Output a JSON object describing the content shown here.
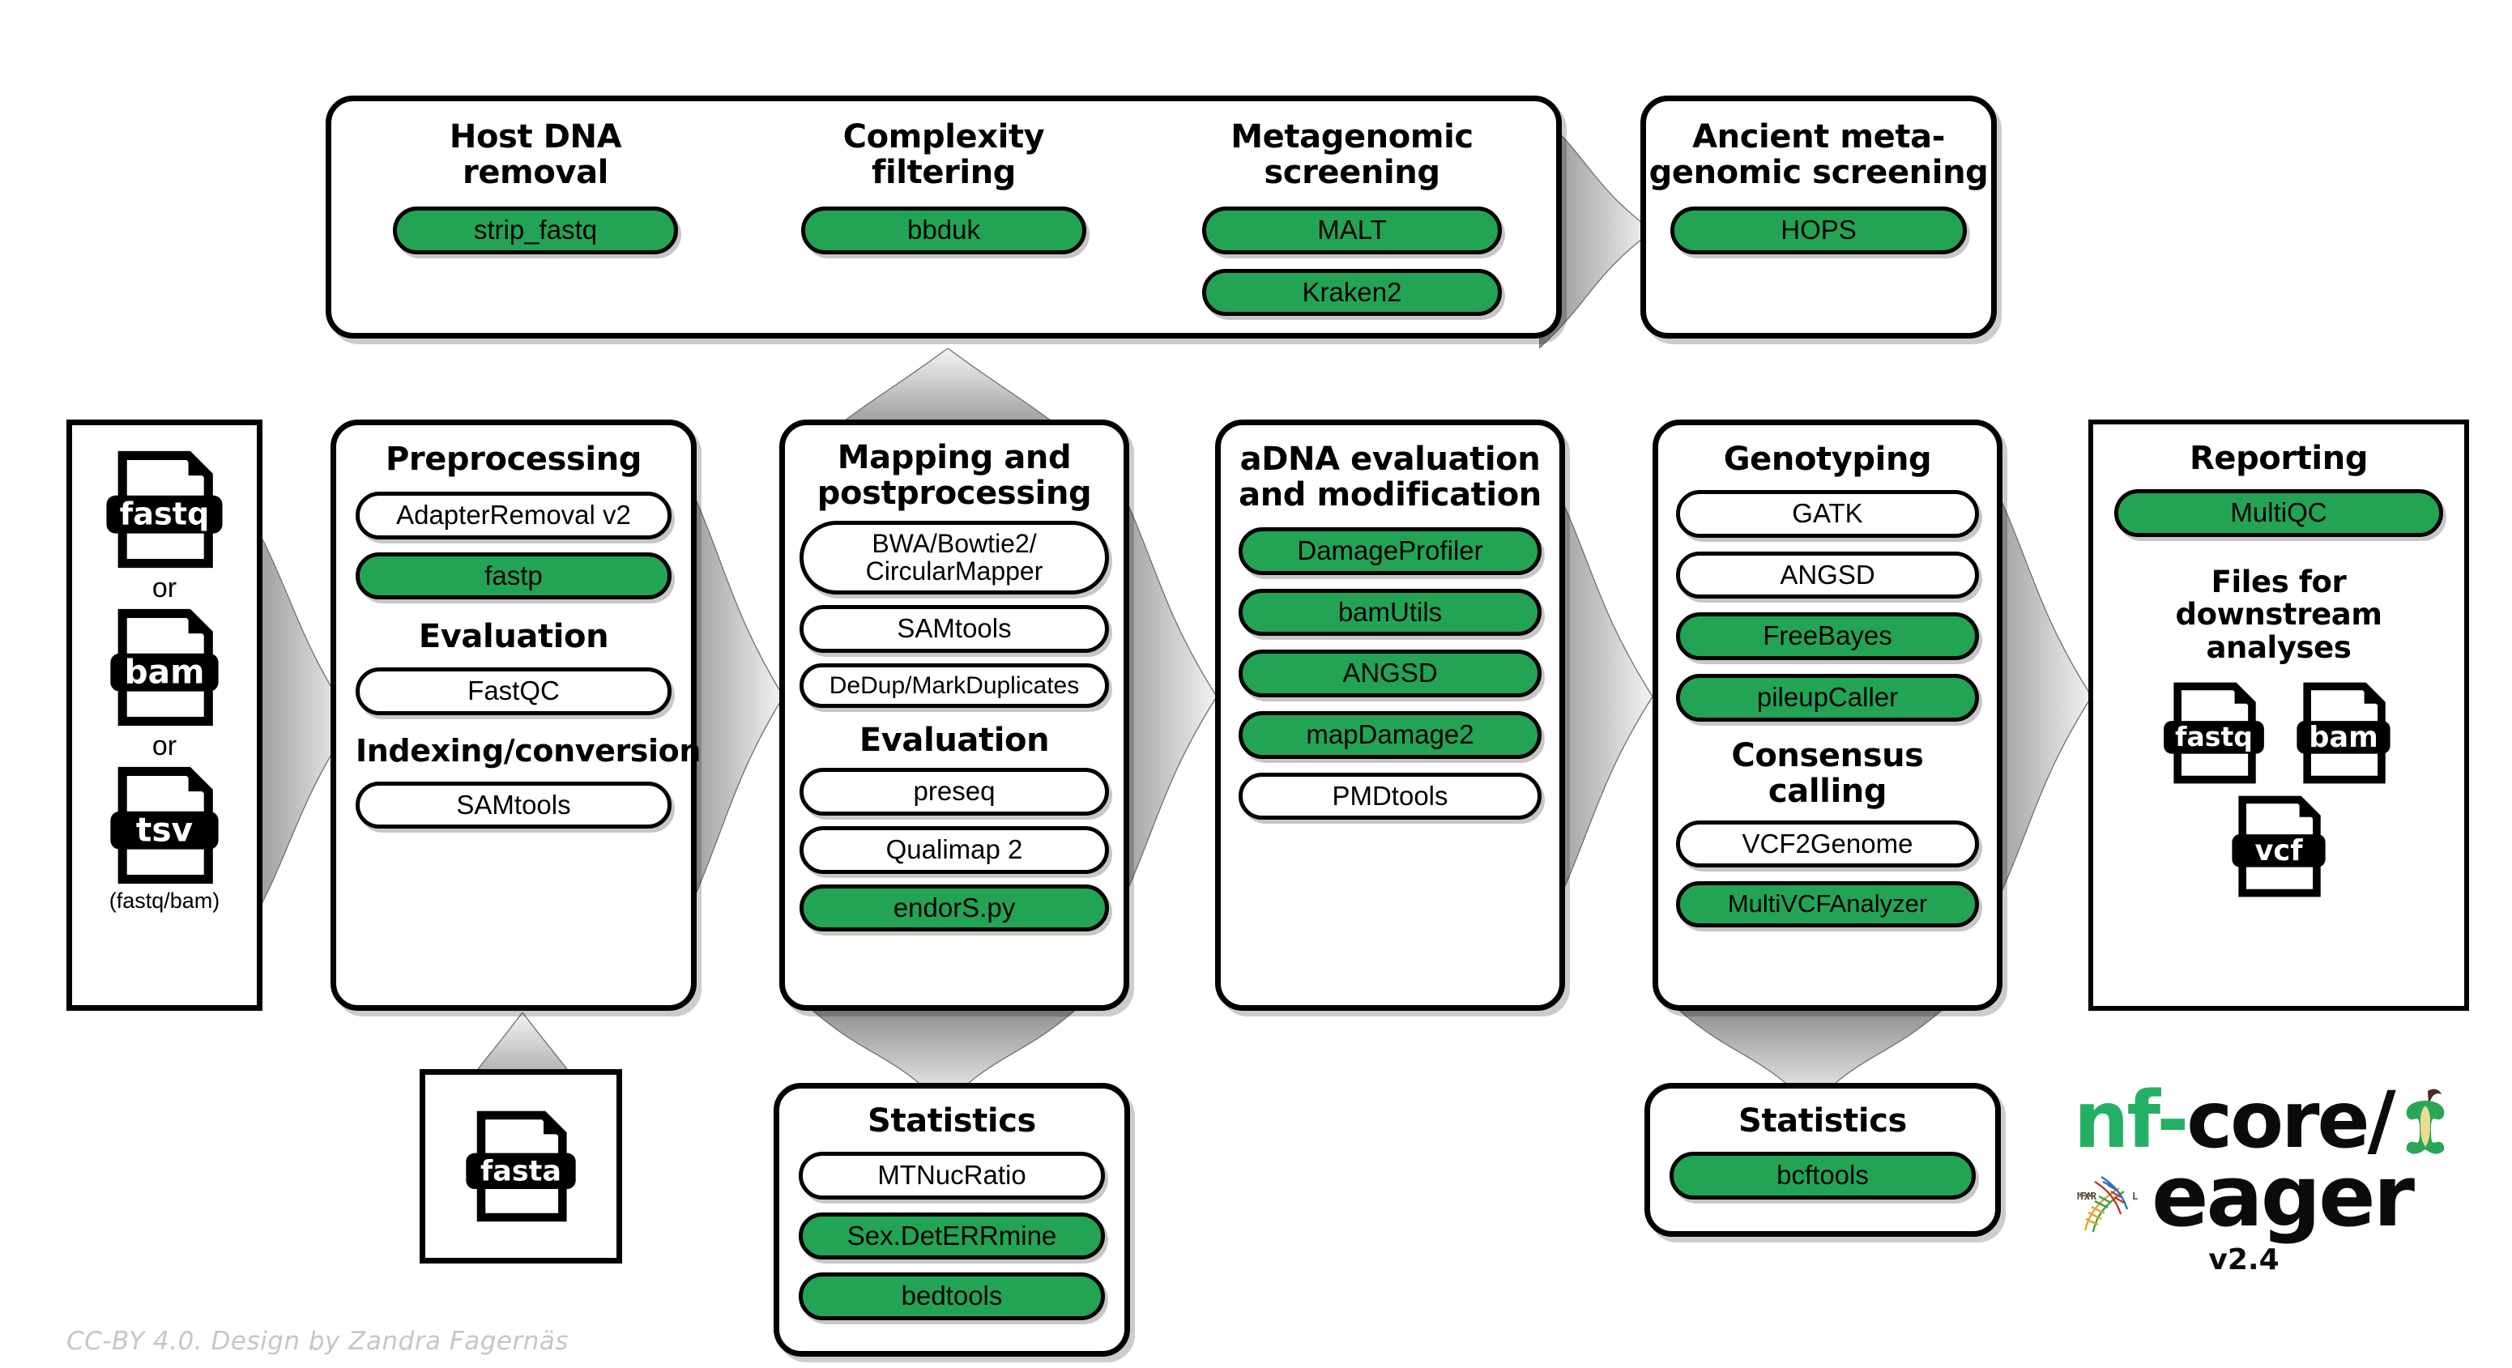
{
  "colors": {
    "green": "#23a455",
    "black": "#000000",
    "arrow_gray": "#9b9b9b",
    "credit_gray": "#c6c6c6"
  },
  "top_band": {
    "screening_box": {
      "columns": [
        {
          "title": "Host DNA\nremoval",
          "title_line1": "Host DNA",
          "title_line2": "removal",
          "tools": [
            {
              "label": "strip_fastq",
              "highlighted": true
            }
          ]
        },
        {
          "title_line1": "Complexity",
          "title_line2": "filtering",
          "tools": [
            {
              "label": "bbduk",
              "highlighted": true
            }
          ]
        },
        {
          "title_line1": "Metagenomic",
          "title_line2": "screening",
          "tools": [
            {
              "label": "MALT",
              "highlighted": true
            },
            {
              "label": "Kraken2",
              "highlighted": true
            }
          ]
        }
      ]
    },
    "ancient_box": {
      "title_line1": "Ancient meta-",
      "title_line2": "genomic screening",
      "tools": [
        {
          "label": "HOPS",
          "highlighted": true
        }
      ]
    }
  },
  "input_box": {
    "files": [
      "fastq",
      "bam",
      "tsv"
    ],
    "or_1": "or",
    "or_2": "or",
    "note": "(fastq/bam)"
  },
  "columns": [
    {
      "id": "preprocessing",
      "title": "Preprocessing",
      "groups": [
        {
          "heading": null,
          "tools": [
            {
              "label": "AdapterRemoval v2",
              "highlighted": false
            },
            {
              "label": "fastp",
              "highlighted": true
            }
          ]
        },
        {
          "heading": "Evaluation",
          "tools": [
            {
              "label": "FastQC",
              "highlighted": false
            }
          ]
        },
        {
          "heading": "Indexing/conversion",
          "tools": [
            {
              "label": "SAMtools",
              "highlighted": false
            }
          ]
        }
      ]
    },
    {
      "id": "mapping",
      "title_line1": "Mapping and",
      "title_line2": "postprocessing",
      "groups": [
        {
          "heading": null,
          "tools": [
            {
              "label": "BWA/Bowtie2/\nCircularMapper",
              "highlighted": false,
              "two_line": true
            },
            {
              "label": "SAMtools",
              "highlighted": false
            },
            {
              "label": "DeDup/MarkDuplicates",
              "highlighted": false
            }
          ]
        },
        {
          "heading": "Evaluation",
          "tools": [
            {
              "label": "preseq",
              "highlighted": false
            },
            {
              "label": "Qualimap 2",
              "highlighted": false
            },
            {
              "label": "endorS.py",
              "highlighted": true
            }
          ]
        }
      ]
    },
    {
      "id": "adna",
      "title_line1": "aDNA evaluation",
      "title_line2": "and modification",
      "groups": [
        {
          "heading": null,
          "tools": [
            {
              "label": "DamageProfiler",
              "highlighted": true
            },
            {
              "label": "bamUtils",
              "highlighted": true
            },
            {
              "label": "ANGSD",
              "highlighted": true
            },
            {
              "label": "mapDamage2",
              "highlighted": true
            },
            {
              "label": "PMDtools",
              "highlighted": false
            }
          ]
        }
      ]
    },
    {
      "id": "genotyping",
      "title": "Genotyping",
      "groups": [
        {
          "heading": null,
          "tools": [
            {
              "label": "GATK",
              "highlighted": false
            },
            {
              "label": "ANGSD",
              "highlighted": false
            },
            {
              "label": "FreeBayes",
              "highlighted": true
            },
            {
              "label": "pileupCaller",
              "highlighted": true
            }
          ]
        },
        {
          "heading": "Consensus calling",
          "tools": [
            {
              "label": "VCF2Genome",
              "highlighted": false
            },
            {
              "label": "MultiVCFAnalyzer",
              "highlighted": true
            }
          ]
        }
      ]
    },
    {
      "id": "reporting",
      "title": "Reporting",
      "groups": [
        {
          "heading": null,
          "tools": [
            {
              "label": "MultiQC",
              "highlighted": true
            }
          ]
        }
      ],
      "downstream_heading_line1": "Files for downstream",
      "downstream_heading_line2": "analyses",
      "downstream_files": [
        "fastq",
        "bam",
        "vcf"
      ]
    }
  ],
  "reference_box": {
    "file": "fasta"
  },
  "stats_mapping": {
    "title": "Statistics",
    "tools": [
      {
        "label": "MTNucRatio",
        "highlighted": false
      },
      {
        "label": "Sex.DetERRmine",
        "highlighted": true
      },
      {
        "label": "bedtools",
        "highlighted": true
      }
    ]
  },
  "stats_genotyping": {
    "title": "Statistics",
    "tools": [
      {
        "label": "bcftools",
        "highlighted": true
      }
    ]
  },
  "logo": {
    "nf": "nf-",
    "core": "core/",
    "eager": "eager",
    "version": "v2.4"
  },
  "credit": "CC-BY 4.0. Design by Zandra Fagernäs"
}
